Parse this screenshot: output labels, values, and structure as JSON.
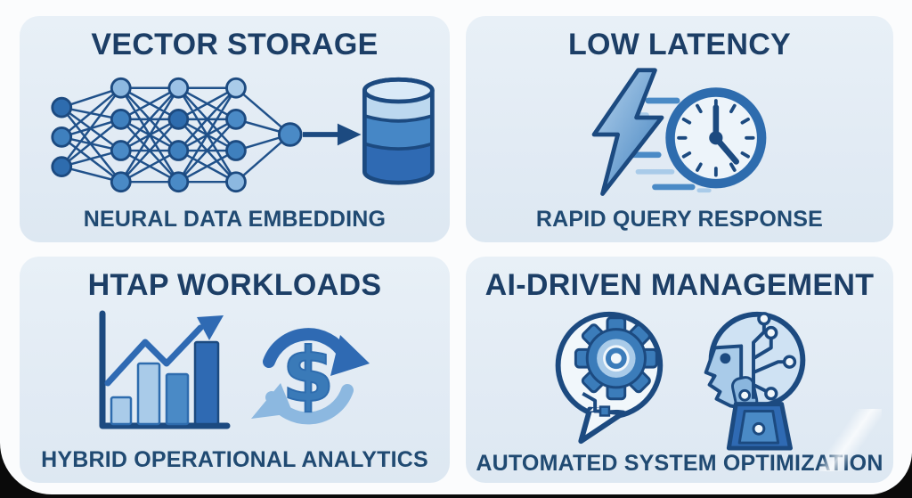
{
  "frame": {
    "background": "#0a0a0a"
  },
  "canvas": {
    "background": "#fbfcfd"
  },
  "palette": {
    "title_text": "#1c3e66",
    "caption_text": "#204a72",
    "card_background": "#e4edf5",
    "icon_outline": "#1c4a80",
    "blue_dark": "#2f6ab3",
    "blue_medium": "#4a8ac6",
    "blue_light": "#a9cbe9",
    "blue_pale": "#d9eaf7"
  },
  "cards": [
    {
      "title": "VECTOR STORAGE",
      "caption": "NEURAL DATA EMBEDDING",
      "icon": "neural-network-to-database"
    },
    {
      "title": "LOW LATENCY",
      "caption": "RAPID QUERY RESPONSE",
      "icon": "lightning-bolt-speeding-clock"
    },
    {
      "title": "HTAP WORKLOADS",
      "caption": "HYBRID OPERATIONAL ANALYTICS",
      "icon": "growth-chart-dollar-cycle"
    },
    {
      "title": "AI-DRIVEN MANAGEMENT",
      "caption": "AUTOMATED SYSTEM OPTIMIZATION",
      "icon": "gear-speech-bubble-ai-head"
    }
  ],
  "glyphs": {
    "dollar_sign": "$"
  }
}
